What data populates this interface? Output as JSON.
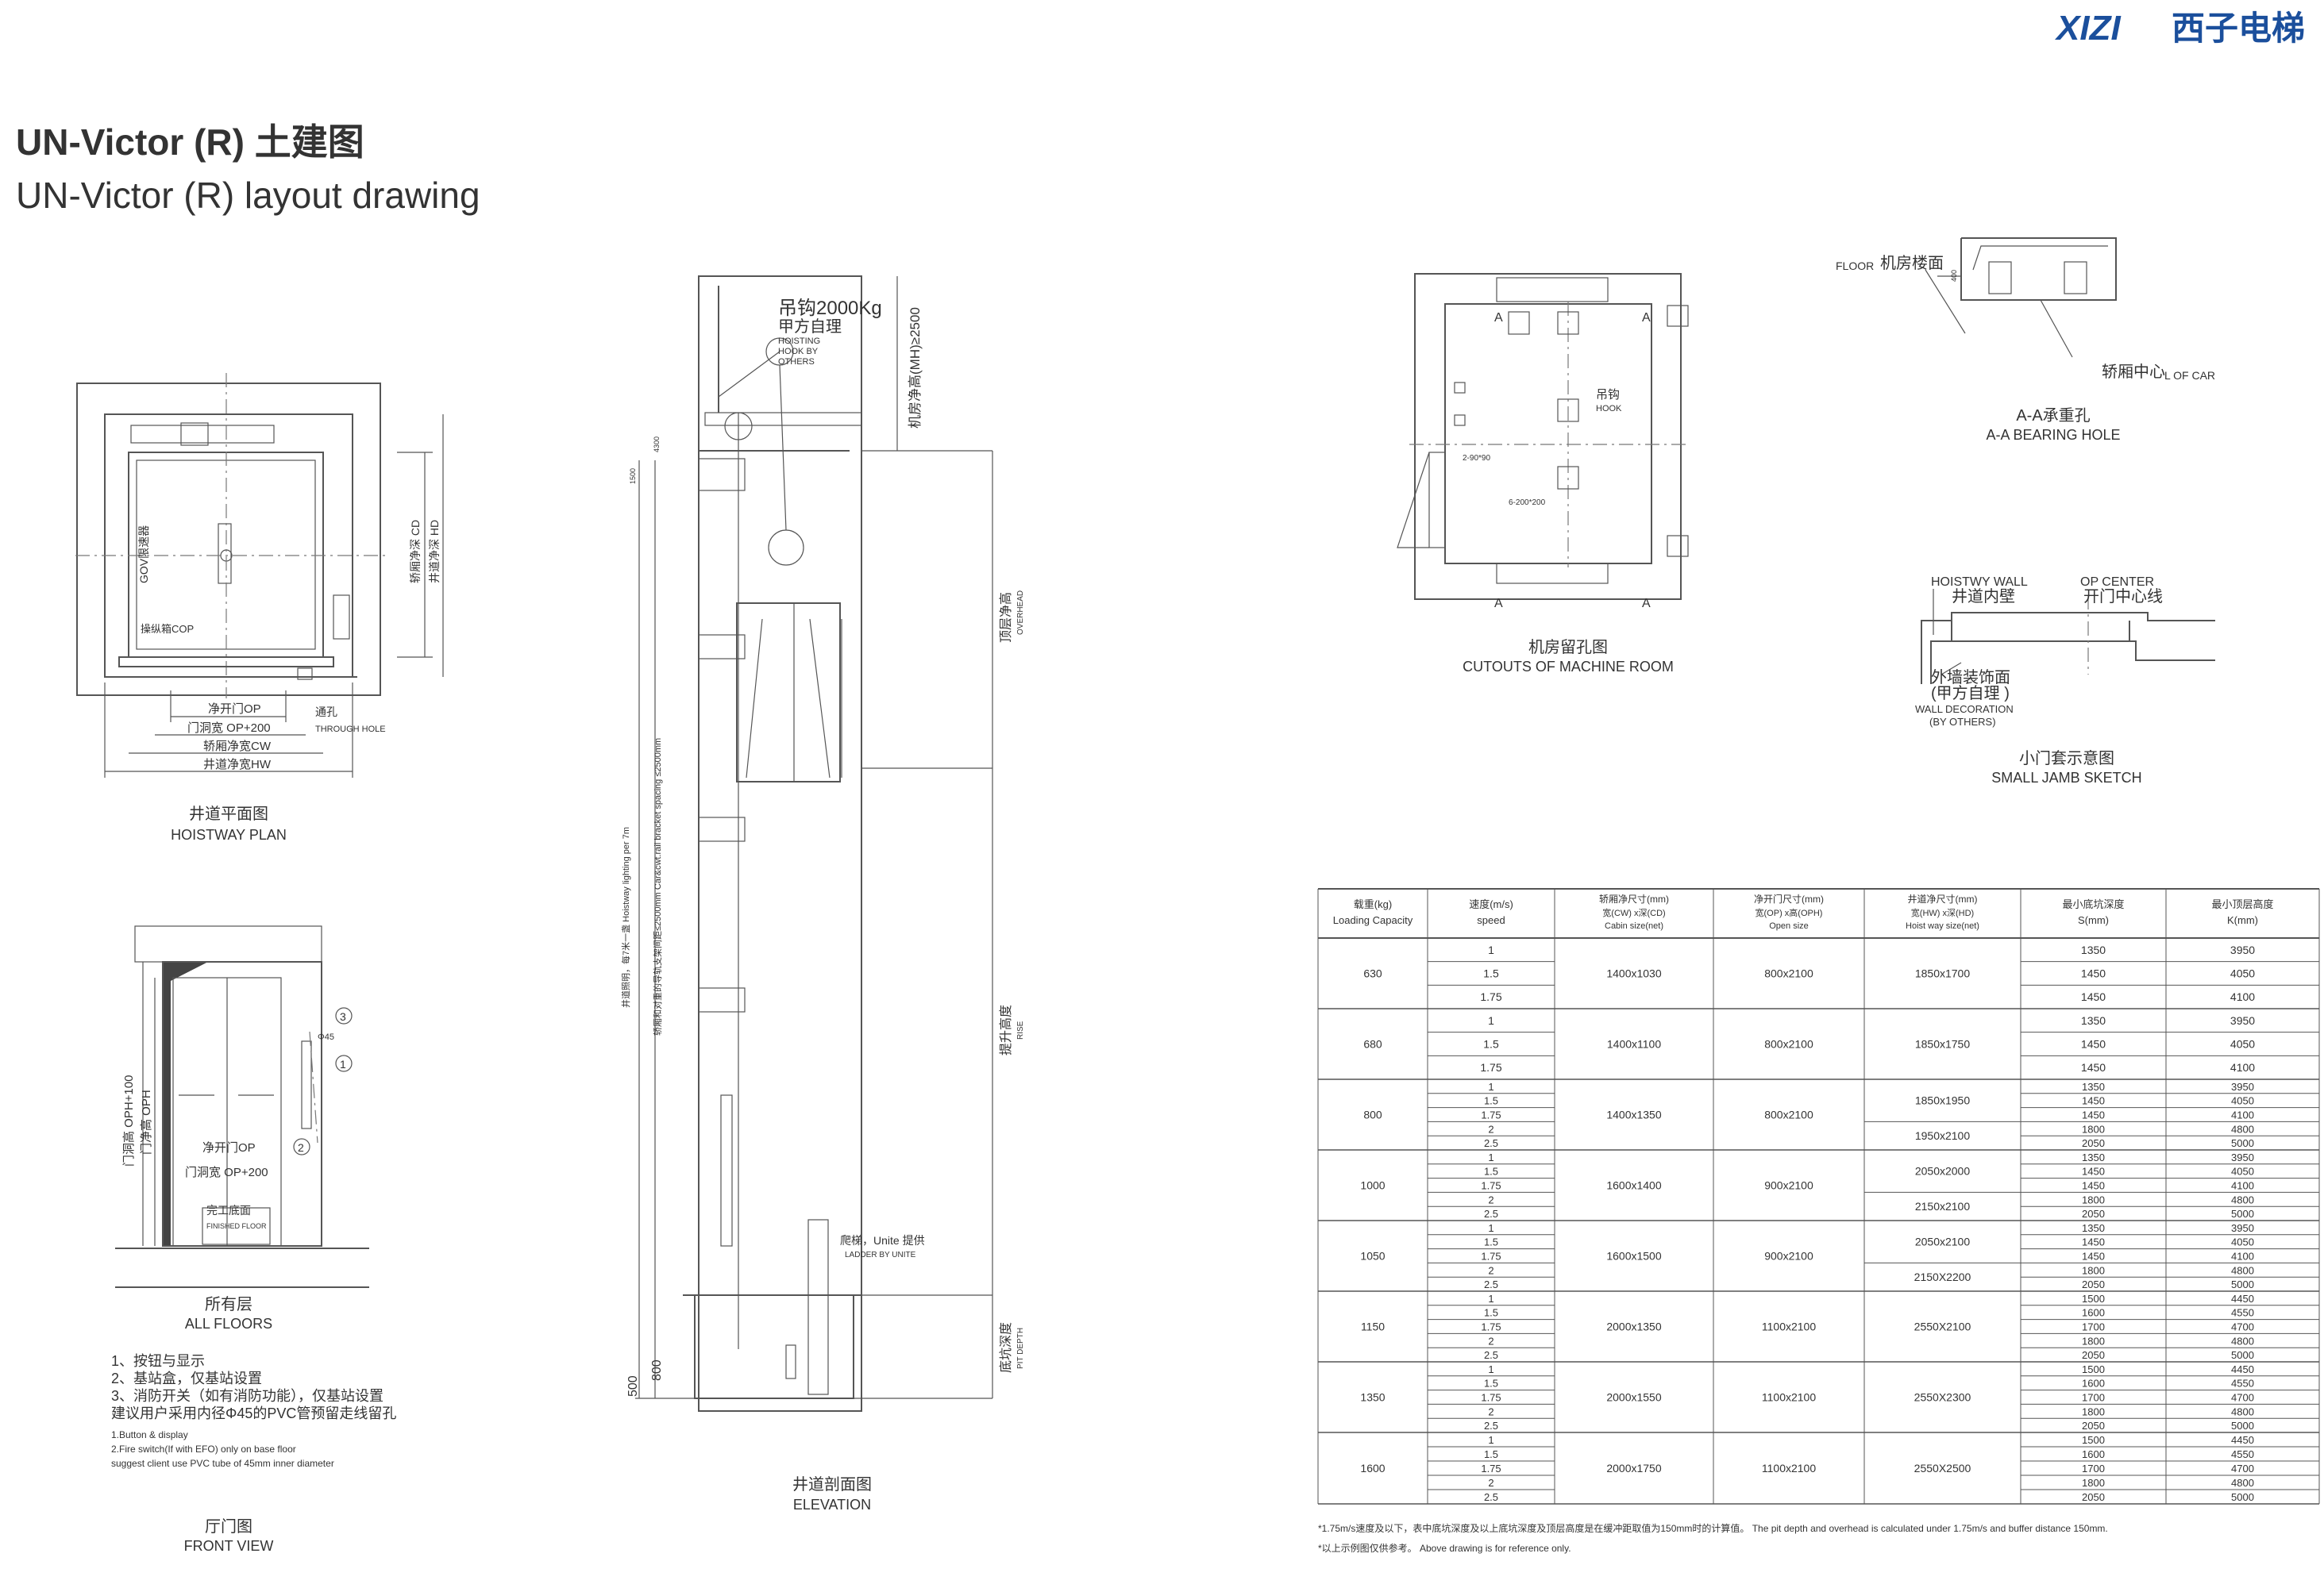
{
  "brand": {
    "logo_en": "XIZI",
    "logo_cn": "西子电梯",
    "color": "#1b4f9c"
  },
  "title": {
    "cn": "UN-Victor (R) 土建图",
    "en": "UN-Victor (R) layout drawing",
    "color": "#1b4f9c"
  },
  "plan": {
    "caption_cn": "井道平面图",
    "caption_en": "HOISTWAY PLAN",
    "labels": {
      "gov": "GOV限速器",
      "cop": "操纵箱COP",
      "cd": "轿厢净深 CD",
      "hd": "井道净深 HD",
      "op": "净开门OP",
      "op200": "门洞宽 OP+200",
      "cw": "轿厢净宽CW",
      "hw": "井道净宽HW",
      "through_hole_cn": "通孔",
      "through_hole_en": "THROUGH HOLE"
    }
  },
  "elevation": {
    "caption_cn": "井道剖面图",
    "caption_en": "ELEVATION",
    "labels": {
      "hook_cn": "吊钩2000Kg",
      "hook_cn2": "甲方自理",
      "hook_en1": "HOISTING",
      "hook_en2": "HOOK BY",
      "hook_en3": "OTHERS",
      "mh": "机房净高(MH)≥2500",
      "overhead_cn": "顶层净高",
      "overhead_en": "OVERHEAD",
      "rise_cn": "提升高度",
      "rise_en": "RISE",
      "pit_cn": "底坑深度",
      "pit_en": "PIT DEPTH",
      "ladder_cn": "爬梯，Unite 提供",
      "ladder_en": "LADDER BY UNITE",
      "lighting": "井道照明，每7米一盏   Hoistway lighting per 7m",
      "bracket": "轿厢和对重的导轨支架间距≤2500mm   Car&cwt.rail bracket spacing ≤2500mm",
      "d500": "500",
      "d800": "800",
      "d4300": "4300",
      "d1500": "1500"
    }
  },
  "machine_room": {
    "caption_cn": "机房留孔图",
    "caption_en": "CUTOUTS OF MACHINE ROOM",
    "labels": {
      "a": "A",
      "hook_cn": "吊钩",
      "hook_en": "HOOK",
      "hole1": "2-90*90",
      "hole2": "6-200*200"
    }
  },
  "bearing": {
    "floor_en": "FLOOR",
    "floor_cn": "机房楼面",
    "car_cn": "轿厢中心",
    "car_en": "L OF CAR",
    "caption_cn": "A-A承重孔",
    "caption_en": "A-A BEARING HOLE",
    "d400": "400"
  },
  "jamb": {
    "wall_en": "HOISTWY WALL",
    "wall_cn": "井道内壁",
    "op_en": "OP CENTER",
    "op_cn": "开门中心线",
    "deco_cn1": "外墙装饰面",
    "deco_cn2": "(甲方自理  )",
    "deco_en1": "WALL DECORATION",
    "deco_en2": "(BY OTHERS)",
    "caption_cn": "小门套示意图",
    "caption_en": "SMALL JAMB SKETCH"
  },
  "front": {
    "caption_cn": "所有层",
    "caption_en": "ALL FLOORS",
    "view_cn": "厅门图",
    "view_en": "FRONT VIEW",
    "labels": {
      "oph100": "门洞高 OPH+100",
      "oph": "门净高 OPH",
      "op": "净开门OP",
      "op200": "门洞宽 OP+200",
      "floor_cn": "完工底面",
      "floor_en": "FINISHED FLOOR",
      "c1": "1",
      "c2": "2",
      "c3": "3",
      "phi": "Φ45"
    }
  },
  "notes_cn": [
    "1、按钮与显示",
    "2、基站盒，仅基站设置",
    "3、消防开关（如有消防功能），仅基站设置",
    "建议用户采用内径Φ45的PVC管预留走线留孔"
  ],
  "notes_en": [
    "1.Button & display",
    "2.Fire switch(If with EFO) only on base floor",
    "suggest client use PVC tube of 45mm inner diameter"
  ],
  "table": {
    "headers": [
      {
        "cn": "载重(kg)",
        "en": "Loading Capacity"
      },
      {
        "cn": "速度(m/s)",
        "en": "speed"
      },
      {
        "cn": "轿厢净尺寸(mm)",
        "cn2": "宽(CW) x深(CD)",
        "en": "Cabin size(net)"
      },
      {
        "cn": "净开门尺寸(mm)",
        "cn2": "宽(OP) x高(OPH)",
        "en": "Open size"
      },
      {
        "cn": "井道净尺寸(mm)",
        "cn2": "宽(HW) x深(HD)",
        "en": "Hoist way size(net)"
      },
      {
        "cn": "最小底坑深度",
        "en": "S(mm)"
      },
      {
        "cn": "最小顶层高度",
        "en": "K(mm)"
      }
    ],
    "groups": [
      {
        "load": "630",
        "cabin": "1400x1030",
        "door": "800x2100",
        "hoist": [
          "1850x1700"
        ],
        "hoist_rows": [
          3
        ],
        "rows": [
          [
            "1",
            "1350",
            "3950"
          ],
          [
            "1.5",
            "1450",
            "4050"
          ],
          [
            "1.75",
            "1450",
            "4100"
          ]
        ]
      },
      {
        "load": "680",
        "cabin": "1400x1100",
        "door": "800x2100",
        "hoist": [
          "1850x1750"
        ],
        "hoist_rows": [
          3
        ],
        "rows": [
          [
            "1",
            "1350",
            "3950"
          ],
          [
            "1.5",
            "1450",
            "4050"
          ],
          [
            "1.75",
            "1450",
            "4100"
          ]
        ]
      },
      {
        "load": "800",
        "cabin": "1400x1350",
        "door": "800x2100",
        "hoist": [
          "1850x1950",
          "1950x2100"
        ],
        "hoist_rows": [
          3,
          2
        ],
        "rows": [
          [
            "1",
            "1350",
            "3950"
          ],
          [
            "1.5",
            "1450",
            "4050"
          ],
          [
            "1.75",
            "1450",
            "4100"
          ],
          [
            "2",
            "1800",
            "4800"
          ],
          [
            "2.5",
            "2050",
            "5000"
          ]
        ]
      },
      {
        "load": "1000",
        "cabin": "1600x1400",
        "door": "900x2100",
        "hoist": [
          "2050x2000",
          "2150x2100"
        ],
        "hoist_rows": [
          3,
          2
        ],
        "rows": [
          [
            "1",
            "1350",
            "3950"
          ],
          [
            "1.5",
            "1450",
            "4050"
          ],
          [
            "1.75",
            "1450",
            "4100"
          ],
          [
            "2",
            "1800",
            "4800"
          ],
          [
            "2.5",
            "2050",
            "5000"
          ]
        ]
      },
      {
        "load": "1050",
        "cabin": "1600x1500",
        "door": "900x2100",
        "hoist": [
          "2050x2100",
          "2150X2200"
        ],
        "hoist_rows": [
          3,
          2
        ],
        "rows": [
          [
            "1",
            "1350",
            "3950"
          ],
          [
            "1.5",
            "1450",
            "4050"
          ],
          [
            "1.75",
            "1450",
            "4100"
          ],
          [
            "2",
            "1800",
            "4800"
          ],
          [
            "2.5",
            "2050",
            "5000"
          ]
        ]
      },
      {
        "load": "1150",
        "cabin": "2000x1350",
        "door": "1100x2100",
        "hoist": [
          "2550X2100"
        ],
        "hoist_rows": [
          5
        ],
        "rows": [
          [
            "1",
            "1500",
            "4450"
          ],
          [
            "1.5",
            "1600",
            "4550"
          ],
          [
            "1.75",
            "1700",
            "4700"
          ],
          [
            "2",
            "1800",
            "4800"
          ],
          [
            "2.5",
            "2050",
            "5000"
          ]
        ]
      },
      {
        "load": "1350",
        "cabin": "2000x1550",
        "door": "1100x2100",
        "hoist": [
          "2550X2300"
        ],
        "hoist_rows": [
          5
        ],
        "rows": [
          [
            "1",
            "1500",
            "4450"
          ],
          [
            "1.5",
            "1600",
            "4550"
          ],
          [
            "1.75",
            "1700",
            "4700"
          ],
          [
            "2",
            "1800",
            "4800"
          ],
          [
            "2.5",
            "2050",
            "5000"
          ]
        ]
      },
      {
        "load": "1600",
        "cabin": "2000x1750",
        "door": "1100x2100",
        "hoist": [
          "2550X2500"
        ],
        "hoist_rows": [
          5
        ],
        "rows": [
          [
            "1",
            "1500",
            "4450"
          ],
          [
            "1.5",
            "1600",
            "4550"
          ],
          [
            "1.75",
            "1700",
            "4700"
          ],
          [
            "2",
            "1800",
            "4800"
          ],
          [
            "2.5",
            "2050",
            "5000"
          ]
        ]
      }
    ],
    "footnotes": [
      "*1.75m/s速度及以下，表中底坑深度及以上底坑深度及顶层高度是在缓冲距取值为150mm时的计算值。  The pit depth and overhead is calculated under 1.75m/s and buffer distance 150mm.",
      "*以上示例图仅供参考。  Above drawing is for reference only."
    ]
  }
}
